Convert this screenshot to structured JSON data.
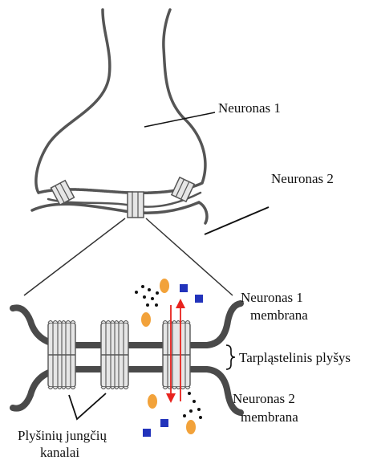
{
  "labels": {
    "neuron1": "Neuronas 1",
    "neuron2": "Neuronas 2",
    "membrane1_line1": "Neuronas 1",
    "membrane1_line2": "membrana",
    "gap": "Tarpląstelinis plyšys",
    "membrane2_line1": "Neuronas 2",
    "membrane2_line2": "membrana",
    "channels_line1": "Plyšinių jungčių",
    "channels_line2": "kanalai"
  },
  "colors": {
    "membrane": "#4a4a4a",
    "outline": "#555555",
    "channel_fill": "#e6e6e6",
    "arrow": "#e8231e",
    "ion_orange": "#f2a23a",
    "ion_blue": "#2233bb",
    "ion_black": "#111111"
  },
  "icons": [
    "gap-junction-channel",
    "ion-flow-arrow-up",
    "ion-flow-arrow-down",
    "orange-ion",
    "blue-ion",
    "small-molecule-dot"
  ]
}
